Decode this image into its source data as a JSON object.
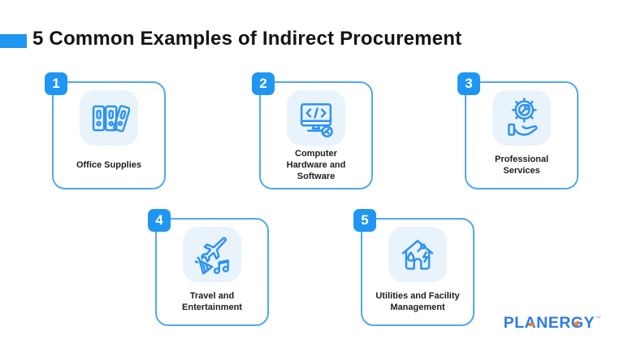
{
  "title": {
    "text": "5 Common Examples of Indirect Procurement",
    "marker_color": "#2096F3"
  },
  "cards": [
    {
      "number": "1",
      "label": "Office Supplies",
      "icon": "binders-icon"
    },
    {
      "number": "2",
      "label": [
        "Computer",
        "Hardware and",
        "Software"
      ],
      "icon": "computer-code-icon"
    },
    {
      "number": "3",
      "label": [
        "Professional",
        "Services"
      ],
      "icon": "gear-hand-icon"
    },
    {
      "number": "4",
      "label": [
        "Travel and",
        "Entertainment"
      ],
      "icon": "travel-entertainment-icon"
    },
    {
      "number": "5",
      "label": [
        "Utilities and Facility",
        "Management"
      ],
      "icon": "house-utilities-icon"
    }
  ],
  "logo": {
    "text": "PLANERGY",
    "tm": "™",
    "blue": "#2F7BE8",
    "orange": "#F58220"
  },
  "colors": {
    "badge_blue": "#2096F3",
    "card_border_blue": "#4FA8F4",
    "icon_stroke_blue": "#2E93F0",
    "icon_background": "#E9F3FC",
    "text_dark": "#1E1E1E",
    "background": "#FFFFFF"
  }
}
